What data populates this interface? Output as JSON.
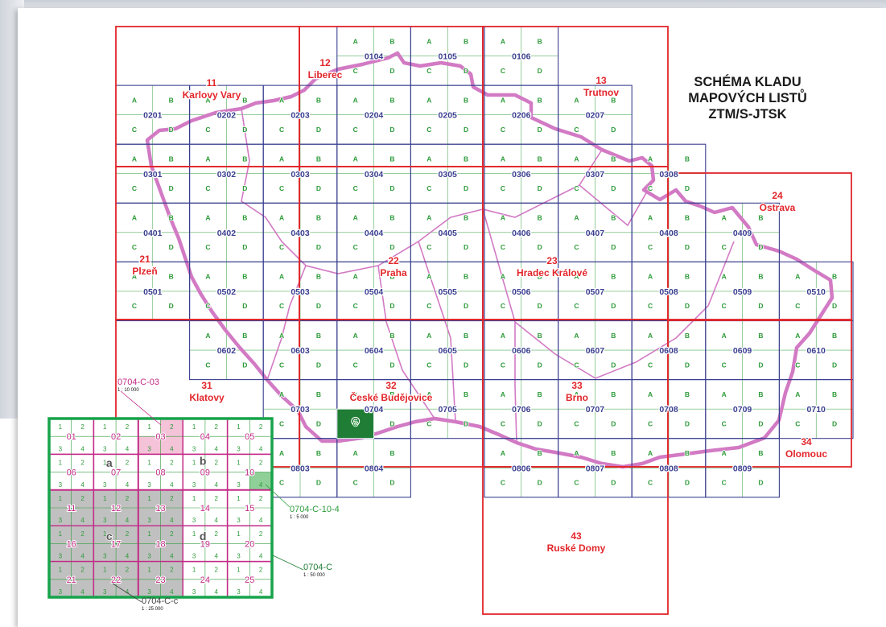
{
  "legend_title": [
    "SCHÉMA KLADU",
    "MAPOVÝCH LISTŮ",
    "ZTM/S-JTSK"
  ],
  "colors": {
    "big_grid": "#e2262b",
    "mid_grid": "#3a3f8f",
    "fine_grid": "#2e9b3a",
    "border": "#d27ac4",
    "highlight": "#1f7d35",
    "inset_frame": "#16a34a",
    "inset_inner": "#c22a86",
    "gray_cell": "#c0c0c0",
    "pink_cell": "#f4c3d8",
    "light_green_cell": "#8fcf98"
  },
  "regions": [
    {
      "id": "11",
      "name": "Karlovy Vary"
    },
    {
      "id": "12",
      "name": "Liberec"
    },
    {
      "id": "13",
      "name": "Trutnov"
    },
    {
      "id": "21",
      "name": "Plzeň"
    },
    {
      "id": "22",
      "name": "Praha"
    },
    {
      "id": "23",
      "name": "Hradec Králové"
    },
    {
      "id": "24",
      "name": "Ostrava"
    },
    {
      "id": "31",
      "name": "Klatovy"
    },
    {
      "id": "32",
      "name": "České Budějovice"
    },
    {
      "id": "33",
      "name": "Brno"
    },
    {
      "id": "34",
      "name": "Olomouc"
    },
    {
      "id": "43",
      "name": "Ruské Domy"
    }
  ],
  "sheets": {
    "row1": [
      "0104",
      "0105",
      "0106"
    ],
    "row2": [
      "0201",
      "0202",
      "0203",
      "0204",
      "0205",
      "0206",
      "0207"
    ],
    "row3": [
      "0301",
      "0302",
      "0303",
      "0304",
      "0305",
      "0306",
      "0307",
      "0308"
    ],
    "row4": [
      "0401",
      "0402",
      "0403",
      "0404",
      "0405",
      "0406",
      "0407",
      "0408",
      "0409"
    ],
    "row5": [
      "0501",
      "0502",
      "0503",
      "0504",
      "0505",
      "0506",
      "0507",
      "0508",
      "0509",
      "0510"
    ],
    "row6": [
      "0602",
      "0603",
      "0604",
      "0605",
      "0606",
      "0607",
      "0608",
      "0609",
      "0610"
    ],
    "row7": [
      "0703",
      "0704",
      "0705",
      "0706",
      "0707",
      "0708",
      "0709",
      "0710"
    ],
    "row8": [
      "0803",
      "0804",
      "0806",
      "0807",
      "0808",
      "0809"
    ]
  },
  "quadrants": [
    "A",
    "B",
    "C",
    "D"
  ],
  "highlight_letter": "C",
  "inset": {
    "cells": [
      "01",
      "02",
      "03",
      "04",
      "05",
      "06",
      "07",
      "08",
      "09",
      "10",
      "11",
      "12",
      "13",
      "14",
      "15",
      "16",
      "17",
      "18",
      "19",
      "20",
      "21",
      "22",
      "23",
      "24",
      "25"
    ],
    "sub_numbers": [
      "1",
      "2",
      "3",
      "4"
    ],
    "quarter_letters": [
      "a",
      "b",
      "c",
      "d"
    ]
  },
  "callouts": [
    {
      "id": "c03",
      "code": "0704-C-03",
      "scale": "1 : 10 000"
    },
    {
      "id": "c104",
      "code": "0704-C-10-4",
      "scale": "1 : 5 000"
    },
    {
      "id": "cC",
      "code": "0704-C",
      "scale": "1 : 50 000"
    },
    {
      "id": "cc",
      "code": "0704-C-c",
      "scale": "1 : 25 000"
    }
  ]
}
